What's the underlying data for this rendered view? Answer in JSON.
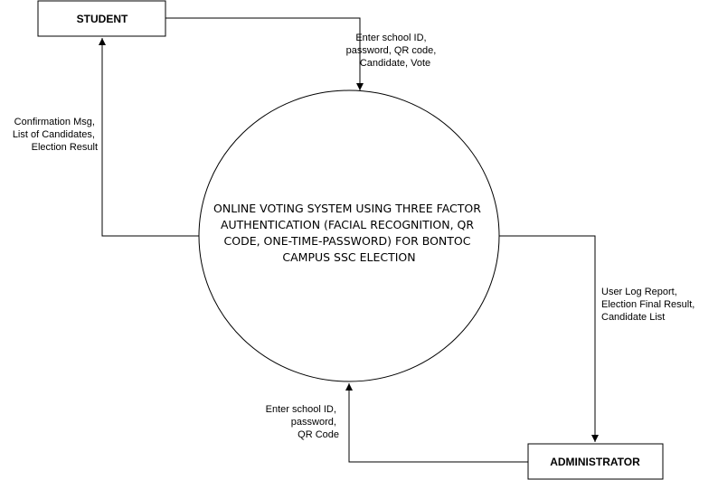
{
  "entities": {
    "student": "STUDENT",
    "administrator": "ADMINISTRATOR"
  },
  "process": {
    "lines": [
      "ONLINE VOTING SYSTEM USING THREE FACTOR",
      "AUTHENTICATION (FACIAL RECOGNITION, QR",
      "CODE, ONE-TIME-PASSWORD) FOR BONTOC",
      "CAMPUS SSC ELECTION"
    ]
  },
  "flows": {
    "student_to_system": [
      "Enter school ID,",
      "password, QR code,",
      "Candidate, Vote"
    ],
    "system_to_student": [
      "Confirmation Msg,",
      "List of Candidates,",
      "Election Result"
    ],
    "system_to_admin": [
      "User Log Report,",
      "Election Final Result,",
      "Candidate List"
    ],
    "admin_to_system": [
      "Enter school ID,",
      "password,",
      "QR Code"
    ]
  }
}
